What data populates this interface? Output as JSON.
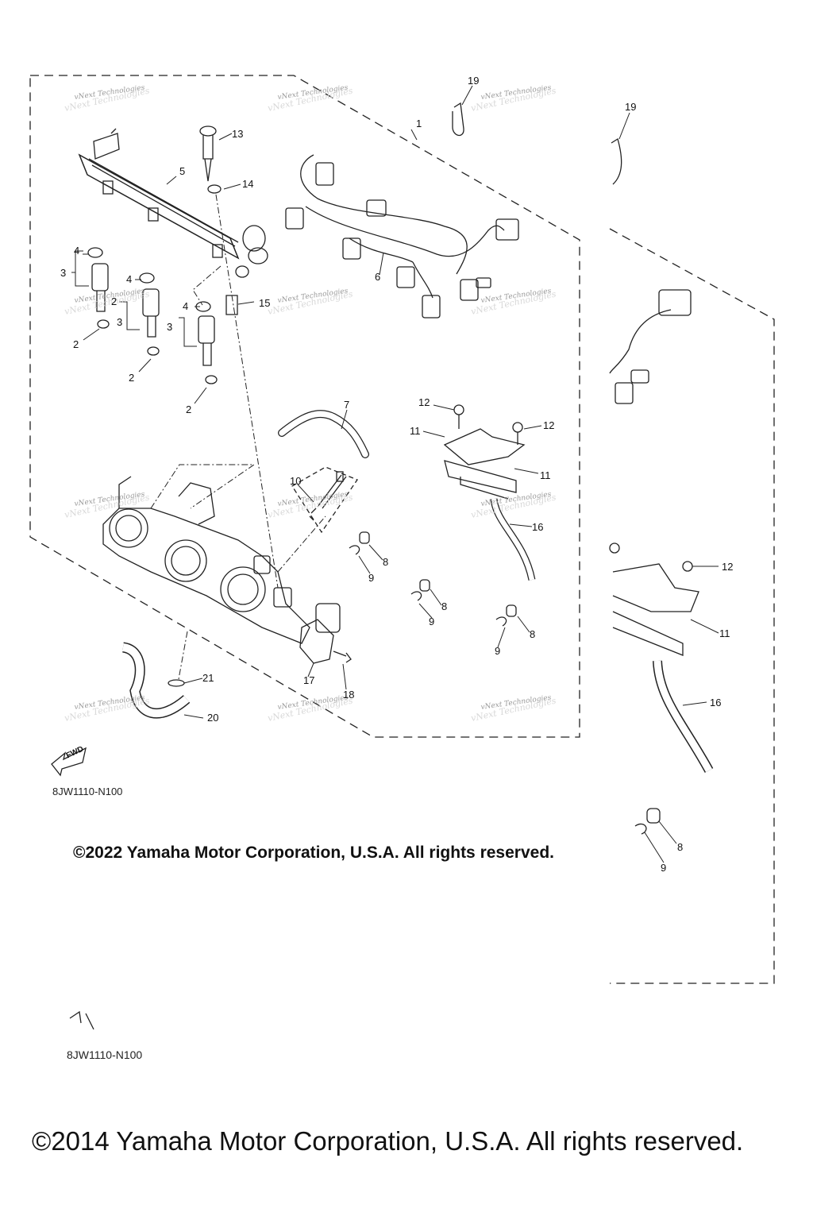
{
  "callouts": [
    {
      "id": "c1",
      "text": "1"
    },
    {
      "id": "c2a",
      "text": "2"
    },
    {
      "id": "c2b",
      "text": "2"
    },
    {
      "id": "c2c",
      "text": "2"
    },
    {
      "id": "c2d",
      "text": "2"
    },
    {
      "id": "c3a",
      "text": "3"
    },
    {
      "id": "c3b",
      "text": "3"
    },
    {
      "id": "c3c",
      "text": "3"
    },
    {
      "id": "c4a",
      "text": "4"
    },
    {
      "id": "c4b",
      "text": "4"
    },
    {
      "id": "c4c",
      "text": "4"
    },
    {
      "id": "c5",
      "text": "5"
    },
    {
      "id": "c6",
      "text": "6"
    },
    {
      "id": "c7",
      "text": "7"
    },
    {
      "id": "c8a",
      "text": "8"
    },
    {
      "id": "c8b",
      "text": "8"
    },
    {
      "id": "c8c",
      "text": "8"
    },
    {
      "id": "c8d",
      "text": "8"
    },
    {
      "id": "c9a",
      "text": "9"
    },
    {
      "id": "c9b",
      "text": "9"
    },
    {
      "id": "c9c",
      "text": "9"
    },
    {
      "id": "c9d",
      "text": "9"
    },
    {
      "id": "c10",
      "text": "10"
    },
    {
      "id": "c11a",
      "text": "11"
    },
    {
      "id": "c11b",
      "text": "11"
    },
    {
      "id": "c11c",
      "text": "11"
    },
    {
      "id": "c12a",
      "text": "12"
    },
    {
      "id": "c12b",
      "text": "12"
    },
    {
      "id": "c12c",
      "text": "12"
    },
    {
      "id": "c13",
      "text": "13"
    },
    {
      "id": "c14",
      "text": "14"
    },
    {
      "id": "c15",
      "text": "15"
    },
    {
      "id": "c16a",
      "text": "16"
    },
    {
      "id": "c16b",
      "text": "16"
    },
    {
      "id": "c17",
      "text": "17"
    },
    {
      "id": "c18",
      "text": "18"
    },
    {
      "id": "c19a",
      "text": "19"
    },
    {
      "id": "c19b",
      "text": "19"
    },
    {
      "id": "c20",
      "text": "20"
    },
    {
      "id": "c21",
      "text": "21"
    }
  ],
  "watermark_text": "vNext Technologies",
  "fwd_label": "FWD",
  "diagram_code_primary": "8JW1110-N100",
  "diagram_code_secondary": "8JW1110-N100",
  "copyright_2022": "©2022 Yamaha Motor Corporation, U.S.A. All rights reserved.",
  "copyright_2014": "©2014 Yamaha Motor Corporation, U.S.A. All rights reserved."
}
